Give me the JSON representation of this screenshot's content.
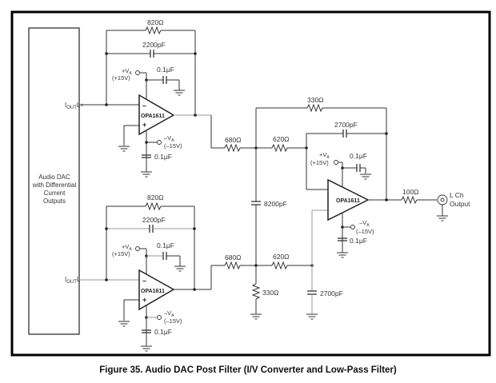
{
  "figure": {
    "caption": "Figure 35.  Audio DAC Post Filter (I/V Converter and Low-Pass Filter)"
  },
  "dac_block": {
    "lines": [
      "Audio DAC",
      "with Differential",
      "Current",
      "Outputs"
    ]
  },
  "pins": {
    "iout_plus": {
      "main": "I",
      "sub": "OUT",
      "suffix": "L+"
    },
    "iout_minus": {
      "main": "I",
      "sub": "OUT",
      "suffix": "L–"
    }
  },
  "stage_top": {
    "feedback_resistor": "820Ω",
    "feedback_cap": "2200pF",
    "opamp": "OPA1611",
    "inv_sign": "–",
    "noninv_sign": "+",
    "vpos_label": "+V",
    "vpos_sub": "A",
    "vpos_value": "(+15V)",
    "vneg_label": "–V",
    "vneg_sub": "A",
    "vneg_value": "(–15V)",
    "bypass_top": "0.1μF",
    "bypass_bottom": "0.1μF",
    "out_resistor": "680Ω"
  },
  "stage_bottom": {
    "feedback_resistor": "820Ω",
    "feedback_cap": "2200pF",
    "opamp": "OPA1611",
    "inv_sign": "–",
    "noninv_sign": "+",
    "vpos_label": "+V",
    "vpos_sub": "A",
    "vpos_value": "(+15V)",
    "vneg_label": "–V",
    "vneg_sub": "A",
    "vneg_value": "(–15V)",
    "bypass_top": "0.1μF",
    "bypass_bottom": "0.1μF",
    "out_resistor": "680Ω"
  },
  "filter": {
    "feedback_resistor": "330Ω",
    "feedback_cap": "2700pF",
    "r_top": "620Ω",
    "r_bottom": "620Ω",
    "c_diff": "8200pF",
    "r_shunt": "330Ω",
    "c_shunt": "2700pF",
    "opamp": "OPA1611",
    "vpos_label": "+V",
    "vpos_sub": "A",
    "vpos_value": "(+15V)",
    "vneg_label": "–V",
    "vneg_sub": "A",
    "vneg_value": "(–15V)",
    "bypass_top": "0.1μF",
    "bypass_bottom": "0.1μF",
    "out_resistor": "100Ω"
  },
  "output": {
    "line1": "L Ch",
    "line2": "Output"
  }
}
